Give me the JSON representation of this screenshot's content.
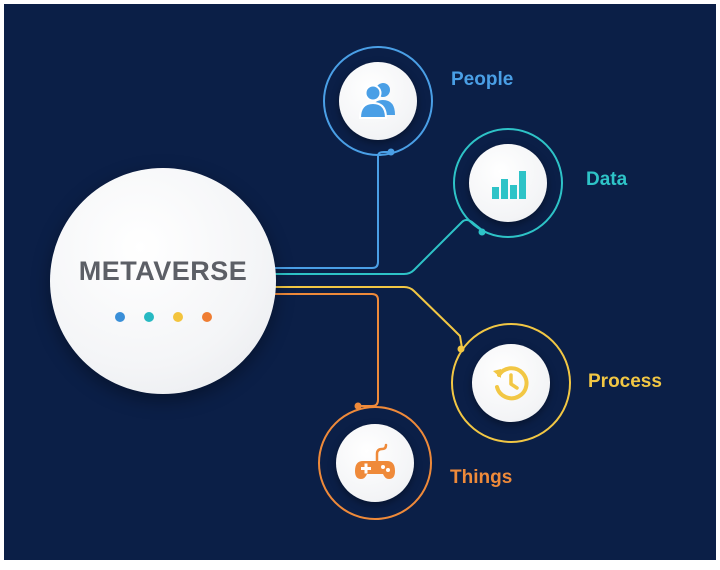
{
  "hub": {
    "title": "METAVERSE",
    "dot_colors": [
      "#3a8fd8",
      "#27b9c2",
      "#f3c43d",
      "#ef7d32"
    ]
  },
  "nodes": [
    {
      "label": "People",
      "icon": "people-icon",
      "color": "#4a9fe6"
    },
    {
      "label": "Data",
      "icon": "bar-chart-icon",
      "color": "#2ec3c7"
    },
    {
      "label": "Process",
      "icon": "history-clock-icon",
      "color": "#f2c744"
    },
    {
      "label": "Things",
      "icon": "gamepad-icon",
      "color": "#ef8a3a"
    }
  ]
}
